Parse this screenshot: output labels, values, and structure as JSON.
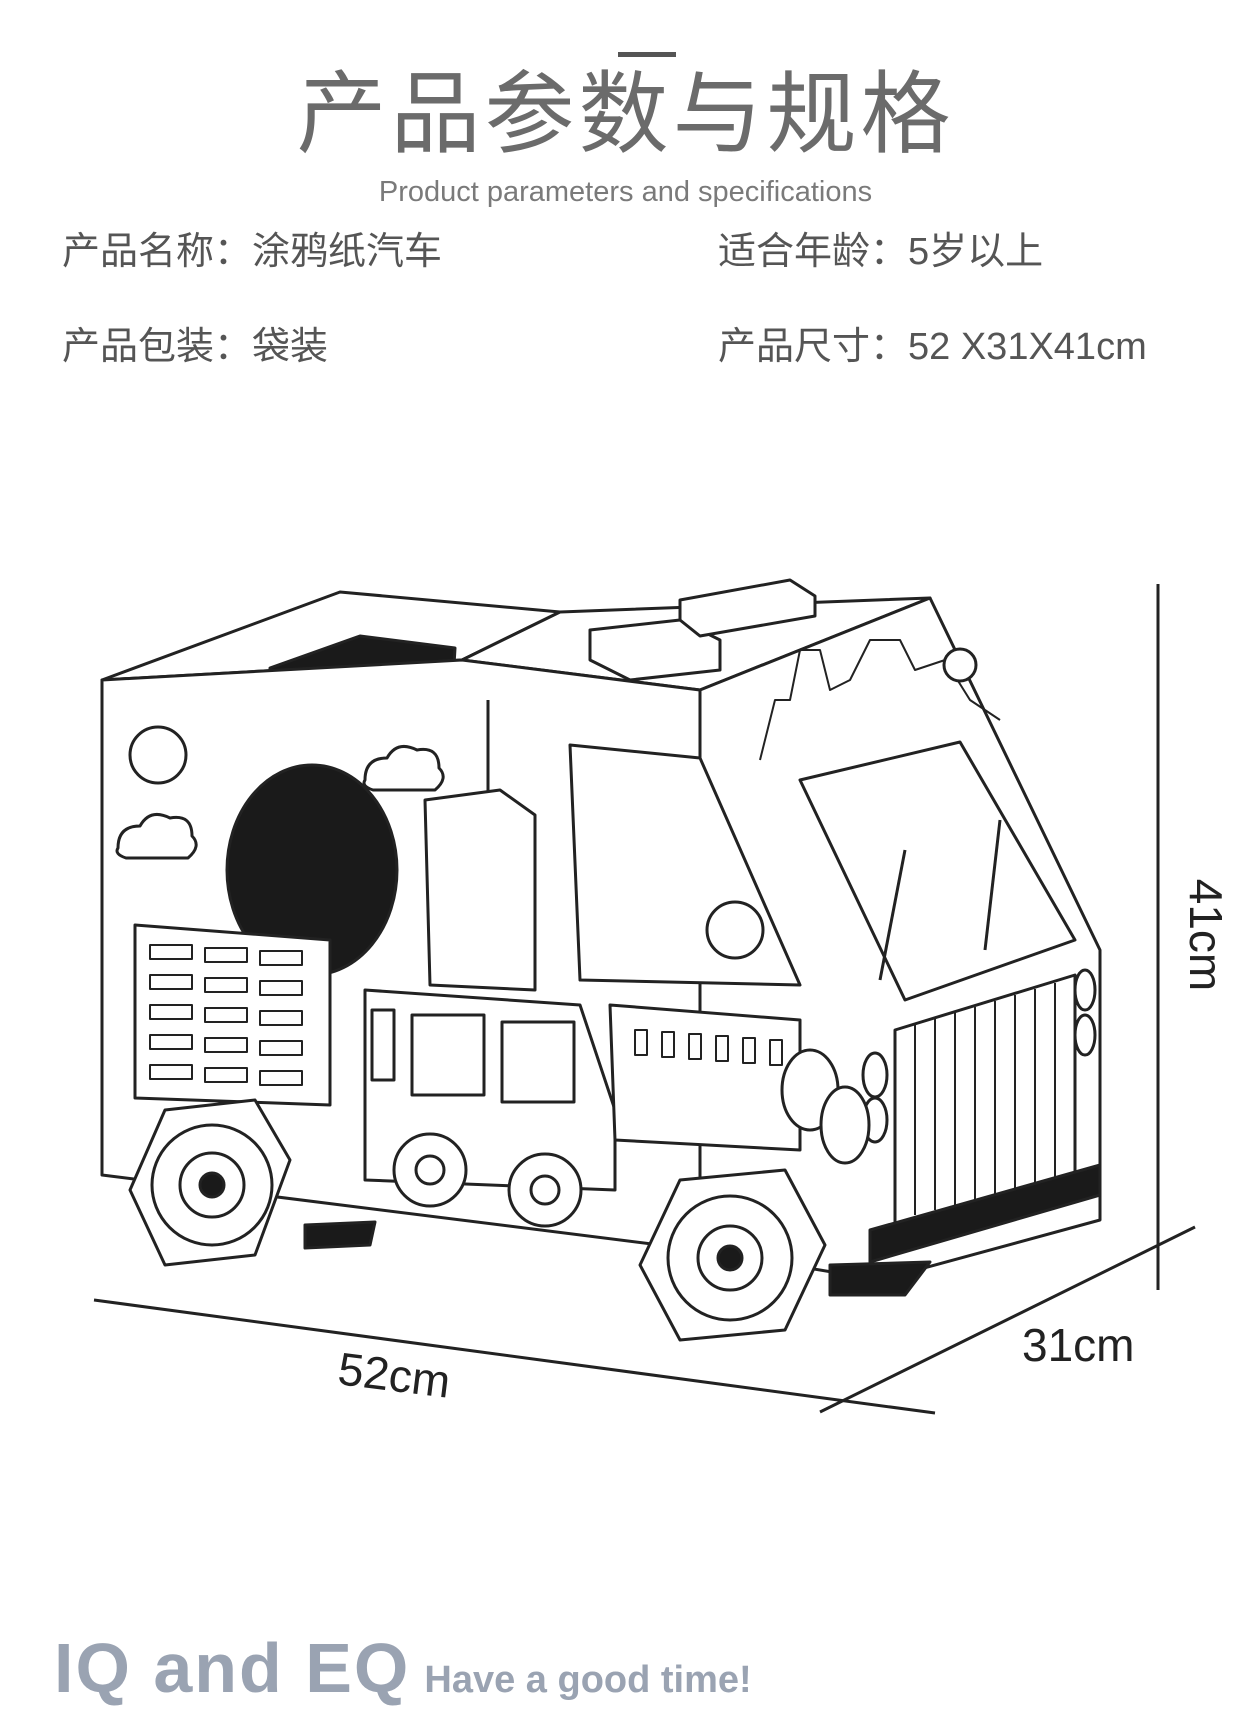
{
  "header": {
    "title_zh": "产品参数与规格",
    "title_en": "Product parameters and specifications"
  },
  "specs": {
    "name_label": "产品名称：",
    "name_value": "涂鸦纸汽车",
    "age_label": "适合年龄：",
    "age_value": "5岁以上",
    "package_label": "产品包装：",
    "package_value": "袋装",
    "size_label": "产品尺寸：",
    "size_value": "52 X31X41cm"
  },
  "dimensions": {
    "length": "52cm",
    "width": "31cm",
    "height": "41cm"
  },
  "footer": {
    "slogan_big": "IQ and EQ",
    "slogan_small": "Have a good time!"
  },
  "colors": {
    "title": "#6b6b6b",
    "footer": "#9aa3b2",
    "line": "#222222"
  }
}
